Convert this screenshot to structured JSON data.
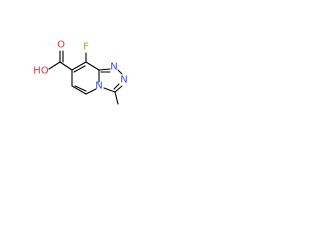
{
  "molecule": {
    "atoms": {
      "fluorine": "F",
      "hydroxyl": "HO",
      "carbonyl_oxygen": "O",
      "nitrogen_top_right": "N",
      "nitrogen_right": "N",
      "nitrogen_bridge": "N"
    },
    "colors": {
      "fluorine": "#90b040",
      "oxygen": "#e8303a",
      "nitrogen": "#3050f8",
      "bond": "#000000"
    }
  }
}
